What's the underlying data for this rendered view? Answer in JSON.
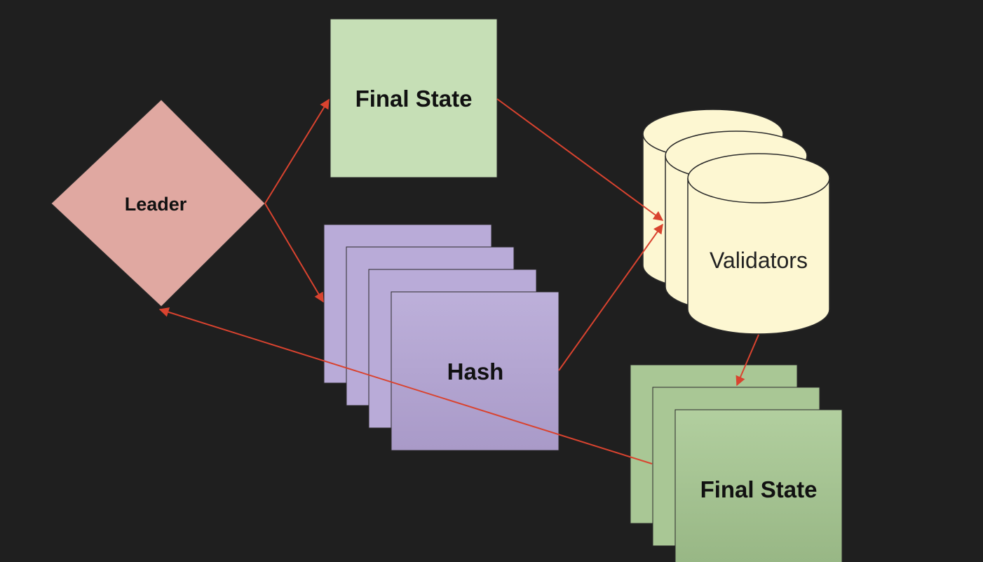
{
  "colors": {
    "background": "#1f1f1f",
    "leader_fill": "#e0a8a1",
    "final_state_fill": "#c6dfb6",
    "final_state_stack_fill": "#a9c795",
    "hash_fill": "#b8a8d6",
    "validators_fill": "#fdf7d2",
    "arrow": "#d9432f",
    "outline": "#2a2a2a"
  },
  "nodes": {
    "leader": {
      "label": "Leader"
    },
    "final_state_top": {
      "label": "Final State"
    },
    "hash_stack": {
      "label": "Hash"
    },
    "validators": {
      "label": "Validators"
    },
    "final_state_stack": {
      "label": "Final State"
    }
  },
  "edges": [
    {
      "from": "leader",
      "to": "final_state_top"
    },
    {
      "from": "leader",
      "to": "hash_stack"
    },
    {
      "from": "final_state_top",
      "to": "validators"
    },
    {
      "from": "hash_stack",
      "to": "validators"
    },
    {
      "from": "validators",
      "to": "final_state_stack"
    },
    {
      "from": "final_state_stack",
      "to": "leader"
    }
  ]
}
